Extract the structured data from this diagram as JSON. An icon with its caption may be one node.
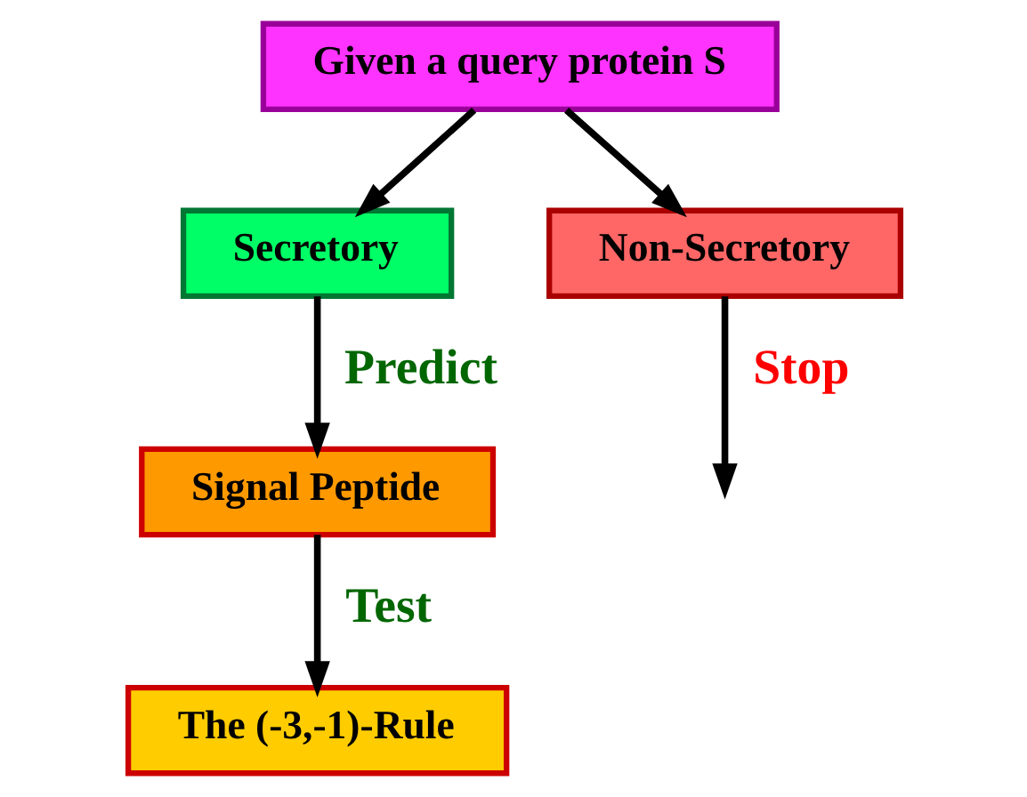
{
  "diagram": {
    "nodes": [
      {
        "text": [
          "Given a query protein S"
        ]
      },
      {
        "text": [
          "Secretory"
        ]
      },
      {
        "text": [
          "Non-Secretory"
        ]
      },
      {
        "text": [
          "Signal Peptide"
        ]
      },
      {
        "text": [
          "The (-3,-1)-Rule"
        ]
      }
    ],
    "edges": [
      {
        "from": 0,
        "to": 1,
        "arrow": "to"
      },
      {
        "from": 0,
        "to": 2,
        "arrow": "to"
      },
      {
        "from": 1,
        "to": 3,
        "arrow": "to",
        "label": "Predict"
      },
      {
        "from": 2,
        "to": null,
        "arrow": "to",
        "label": "Stop"
      },
      {
        "from": 3,
        "to": 4,
        "arrow": "to",
        "label": "Test"
      }
    ]
  }
}
